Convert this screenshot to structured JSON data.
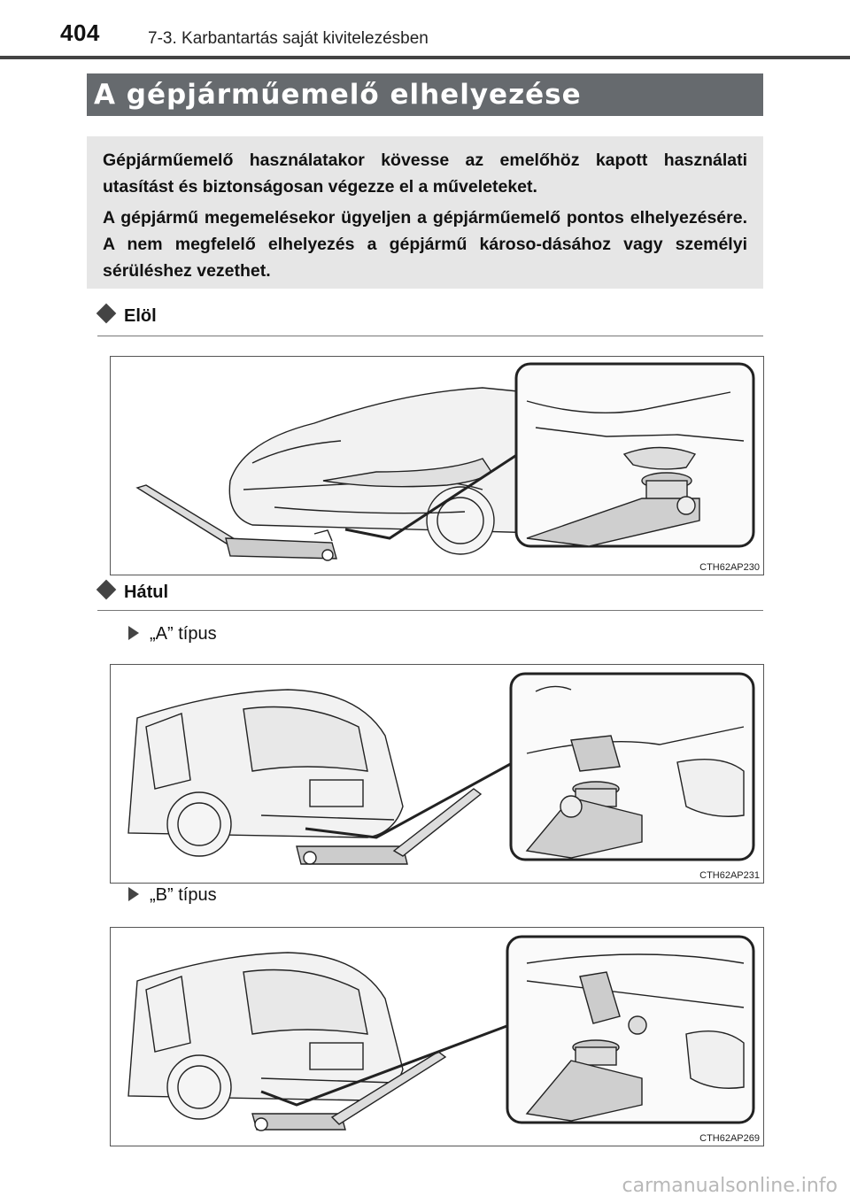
{
  "header": {
    "page_number": "404",
    "running_head": "7-3. Karbantartás saját kivitelezésben"
  },
  "title": "A gépjárműemelő elhelyezése",
  "caution": {
    "paragraph_1": "Gépjárműemelő használatakor kövesse az emelőhöz kapott használati utasítást és biztonságosan végezze el a műveleteket.",
    "paragraph_2": "A gépjármű megemelésekor ügyeljen a gépjárműemelő pontos elhelyezésére. A nem megfelelő elhelyezés a gépjármű károso-dásához vagy személyi sérüléshez vezethet."
  },
  "sections": {
    "front": {
      "heading": "Elöl",
      "figure_code": "CTH62AP230"
    },
    "rear": {
      "heading": "Hátul",
      "type_a": {
        "label": "„A” típus",
        "figure_code": "CTH62AP231"
      },
      "type_b": {
        "label": "„B” típus",
        "figure_code": "CTH62AP269"
      }
    }
  },
  "footer": {
    "watermark": "carmanualsonline.info"
  }
}
